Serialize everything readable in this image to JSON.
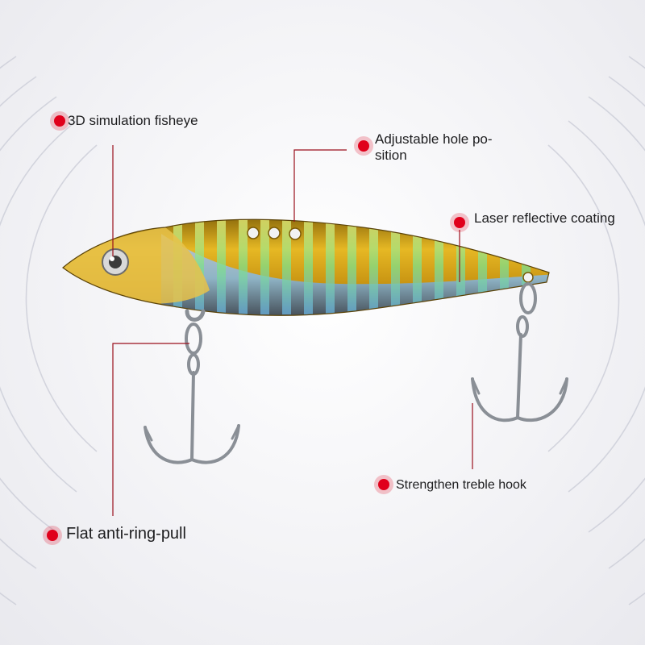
{
  "callouts": {
    "fisheye": "3D simulation fisheye",
    "hole_line1": "Adjustable hole po-",
    "hole_line2": "sition",
    "coating": "Laser reflective coating",
    "treble_hook": "Strengthen treble hook",
    "ring_pull": "Flat anti-ring-pull"
  },
  "colors": {
    "marker": "#e0001b",
    "leader_line": "#9a0f1c",
    "lure_gold": "#d8a21a",
    "hook_steel": "#8a8f96"
  }
}
